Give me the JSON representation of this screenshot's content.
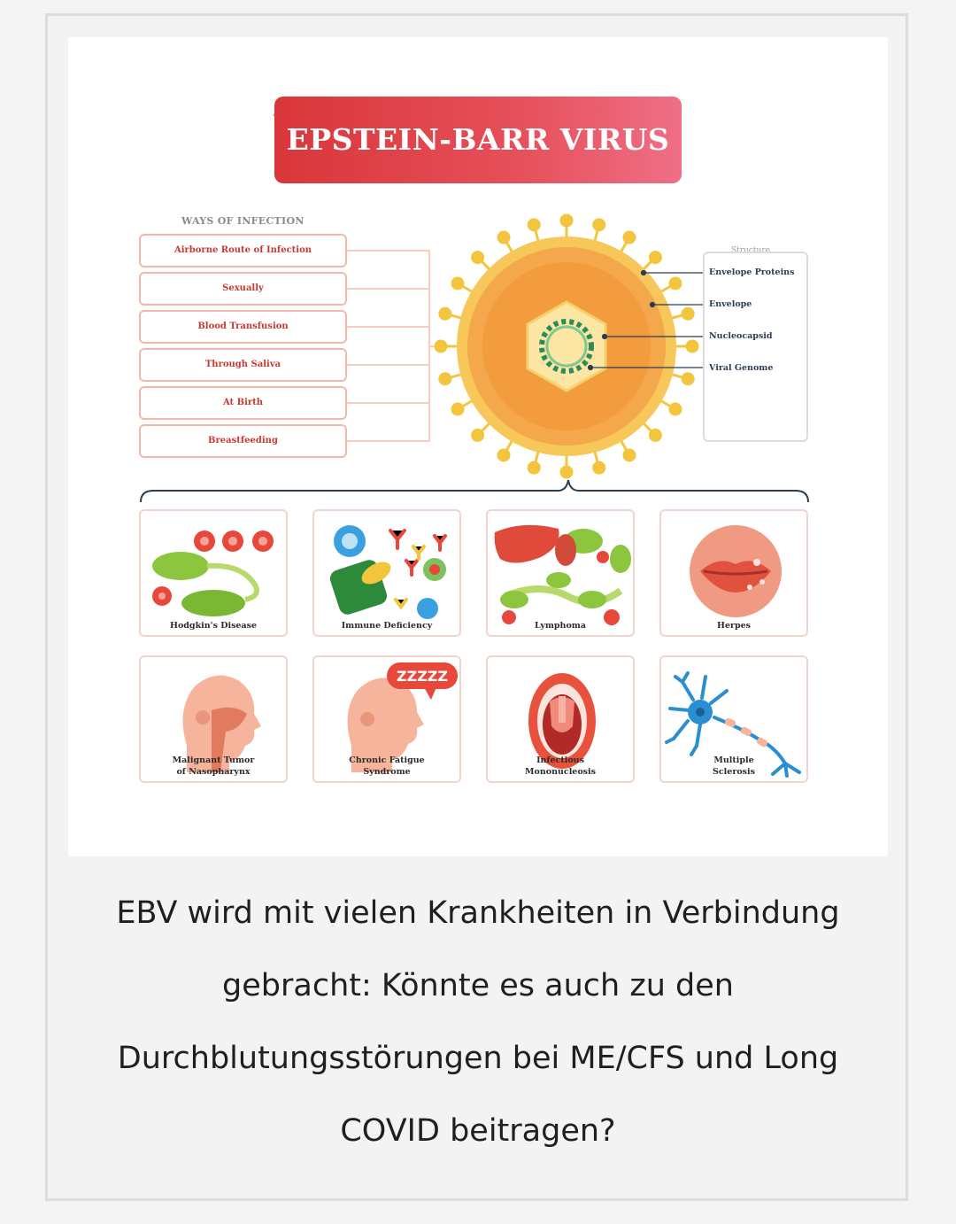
{
  "figure": {
    "banner_title": "EPSTEIN-BARR VIRUS",
    "ways_heading": "WAYS OF INFECTION",
    "ways": [
      "Airborne Route of Infection",
      "Sexually",
      "Blood Transfusion",
      "Through Saliva",
      "At Birth",
      "Breastfeeding"
    ],
    "structure": {
      "title": "Structure",
      "items": [
        "Envelope Proteins",
        "Envelope",
        "Nucleocapsid",
        "Viral Genome"
      ]
    },
    "diseases": [
      "Hodgkin's Disease",
      "Immune Deficiency",
      "Lymphoma",
      "Herpes",
      "Malignant Tumor\nof Nasopharynx",
      "Chronic Fatigue\nSyndrome",
      "Infectious\nMononucleosis",
      "Multiple\nSclerosis"
    ],
    "sleep_text": "ZZZZZ"
  },
  "caption": "EBV wird mit vielen Krankheiten in Verbindung gebracht: Könnte es auch zu den Durchblutungsstörungen bei ME/CFS und Long COVID beitragen?",
  "colors": {
    "banner": "#e04550",
    "accent_red": "#c63a33",
    "virus_orange": "#f39c3d",
    "spike_yellow": "#f2c53d",
    "dna_blue": "#1f6e8c",
    "neuron_blue": "#2a8fd0"
  }
}
